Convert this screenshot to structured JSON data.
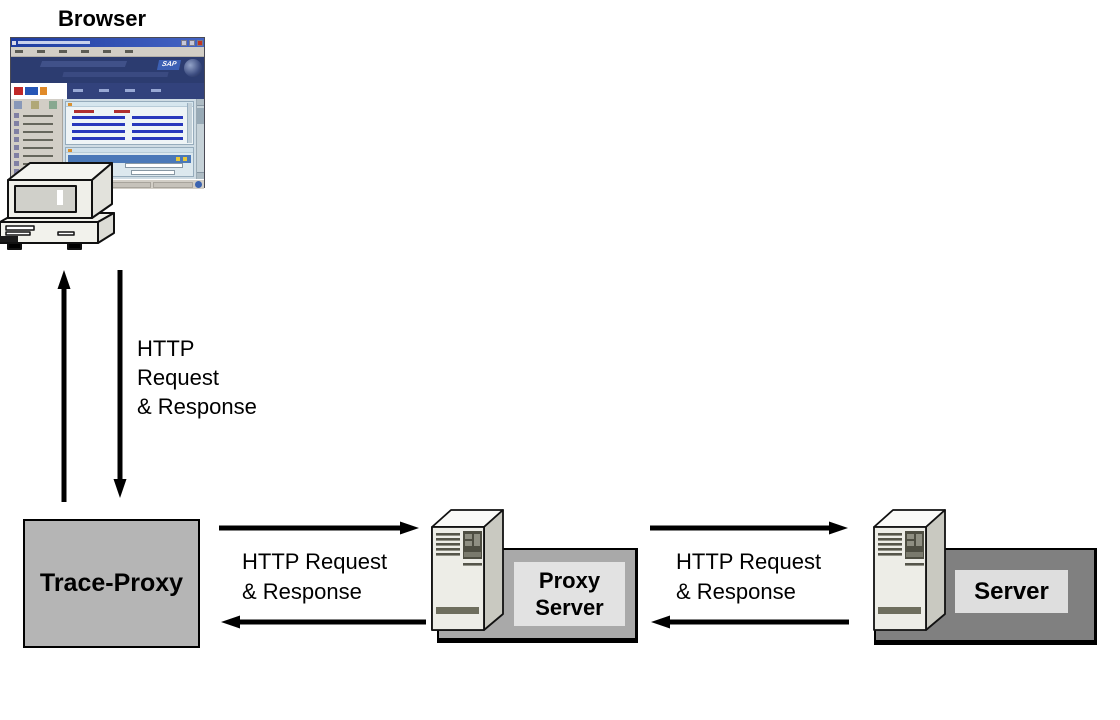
{
  "browser": {
    "label": "Browser",
    "sap_logo": "SAP"
  },
  "links": {
    "browser_trace": {
      "line1": "HTTP",
      "line2": "Request",
      "line3": "& Response"
    },
    "trace_proxy": {
      "line1": "HTTP Request",
      "line2": "& Response"
    },
    "proxy_server": {
      "line1": "HTTP Request",
      "line2": "& Response"
    }
  },
  "nodes": {
    "trace_proxy": {
      "label": "Trace-Proxy"
    },
    "proxy_server": {
      "line1": "Proxy",
      "line2": "Server"
    },
    "server": {
      "label": "Server"
    }
  },
  "colors": {
    "trace_proxy_fill": "#b5b5b5",
    "proxy_box_fill": "#a9a9a9",
    "server_box_fill": "#808080",
    "label_plate_fill": "#e0e0e0",
    "arrow_color": "#000000",
    "tower_front": "#ededе7",
    "tower_stripe": "#6e6e5e"
  }
}
